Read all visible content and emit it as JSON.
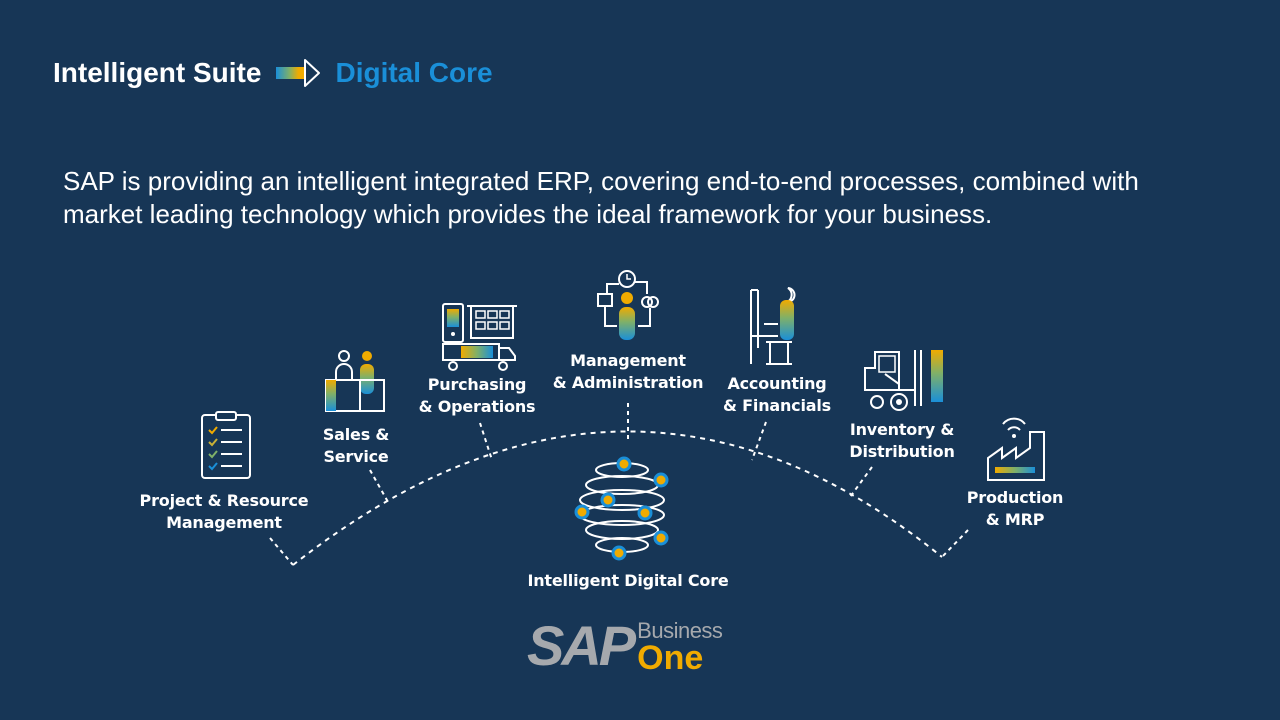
{
  "header": {
    "title_left": "Intelligent Suite",
    "title_right": "Digital Core",
    "arrow_icon": "gradient-arrow-icon"
  },
  "intro": {
    "line1": "SAP is providing an intelligent integrated ERP, covering end-to-end processes, combined with",
    "line2": "market leading technology which provides the ideal framework for your business."
  },
  "modules": [
    {
      "line1": "Project & Resource",
      "line2": "Management",
      "icon": "clipboard-checklist-icon"
    },
    {
      "line1": "Sales &",
      "line2": "Service",
      "icon": "sales-people-icon"
    },
    {
      "line1": "Purchasing",
      "line2": "& Operations",
      "icon": "purchasing-truck-icon"
    },
    {
      "line1": "Management",
      "line2": "& Administration",
      "icon": "management-flow-icon"
    },
    {
      "line1": "Accounting",
      "line2": "& Financials",
      "icon": "accountant-desk-icon"
    },
    {
      "line1": "Inventory &",
      "line2": "Distribution",
      "icon": "forklift-icon"
    },
    {
      "line1": "Production",
      "line2": "& MRP",
      "icon": "factory-icon"
    }
  ],
  "core": {
    "label": "Intelligent Digital Core",
    "icon": "spiral-core-icon"
  },
  "logo": {
    "sap": "SAP",
    "business": "Business",
    "one": "One"
  },
  "colors": {
    "background": "#173656",
    "accent_blue": "#1a8fd8",
    "accent_yellow": "#f0ab00",
    "accent_green": "#7fb069",
    "logo_gray": "#a6a9ad"
  }
}
